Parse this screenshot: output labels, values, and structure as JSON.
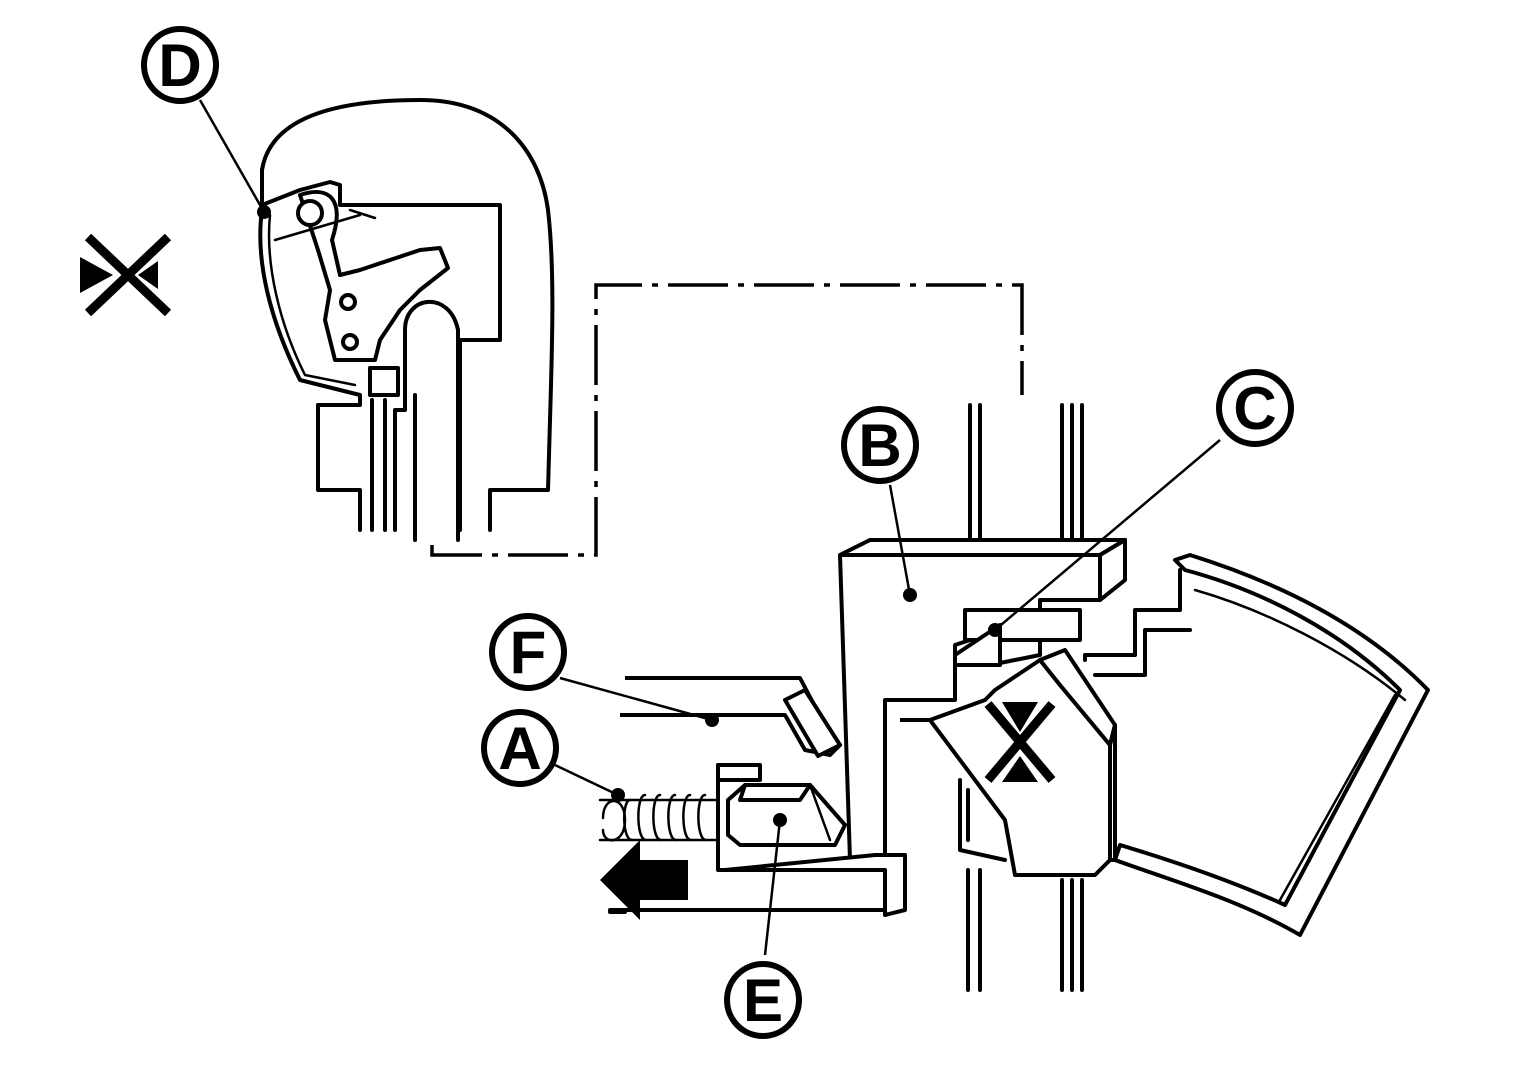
{
  "callouts": {
    "a": "A",
    "b": "B",
    "c": "C",
    "d": "D",
    "e": "E",
    "f": "F"
  },
  "icons": {
    "left_marker": "not-allowed-cross-arrows-icon",
    "right_marker": "not-allowed-cross-arrows-icon",
    "arrow": "left-arrow-icon"
  },
  "colors": {
    "ink": "#000000",
    "paper": "#ffffff"
  }
}
